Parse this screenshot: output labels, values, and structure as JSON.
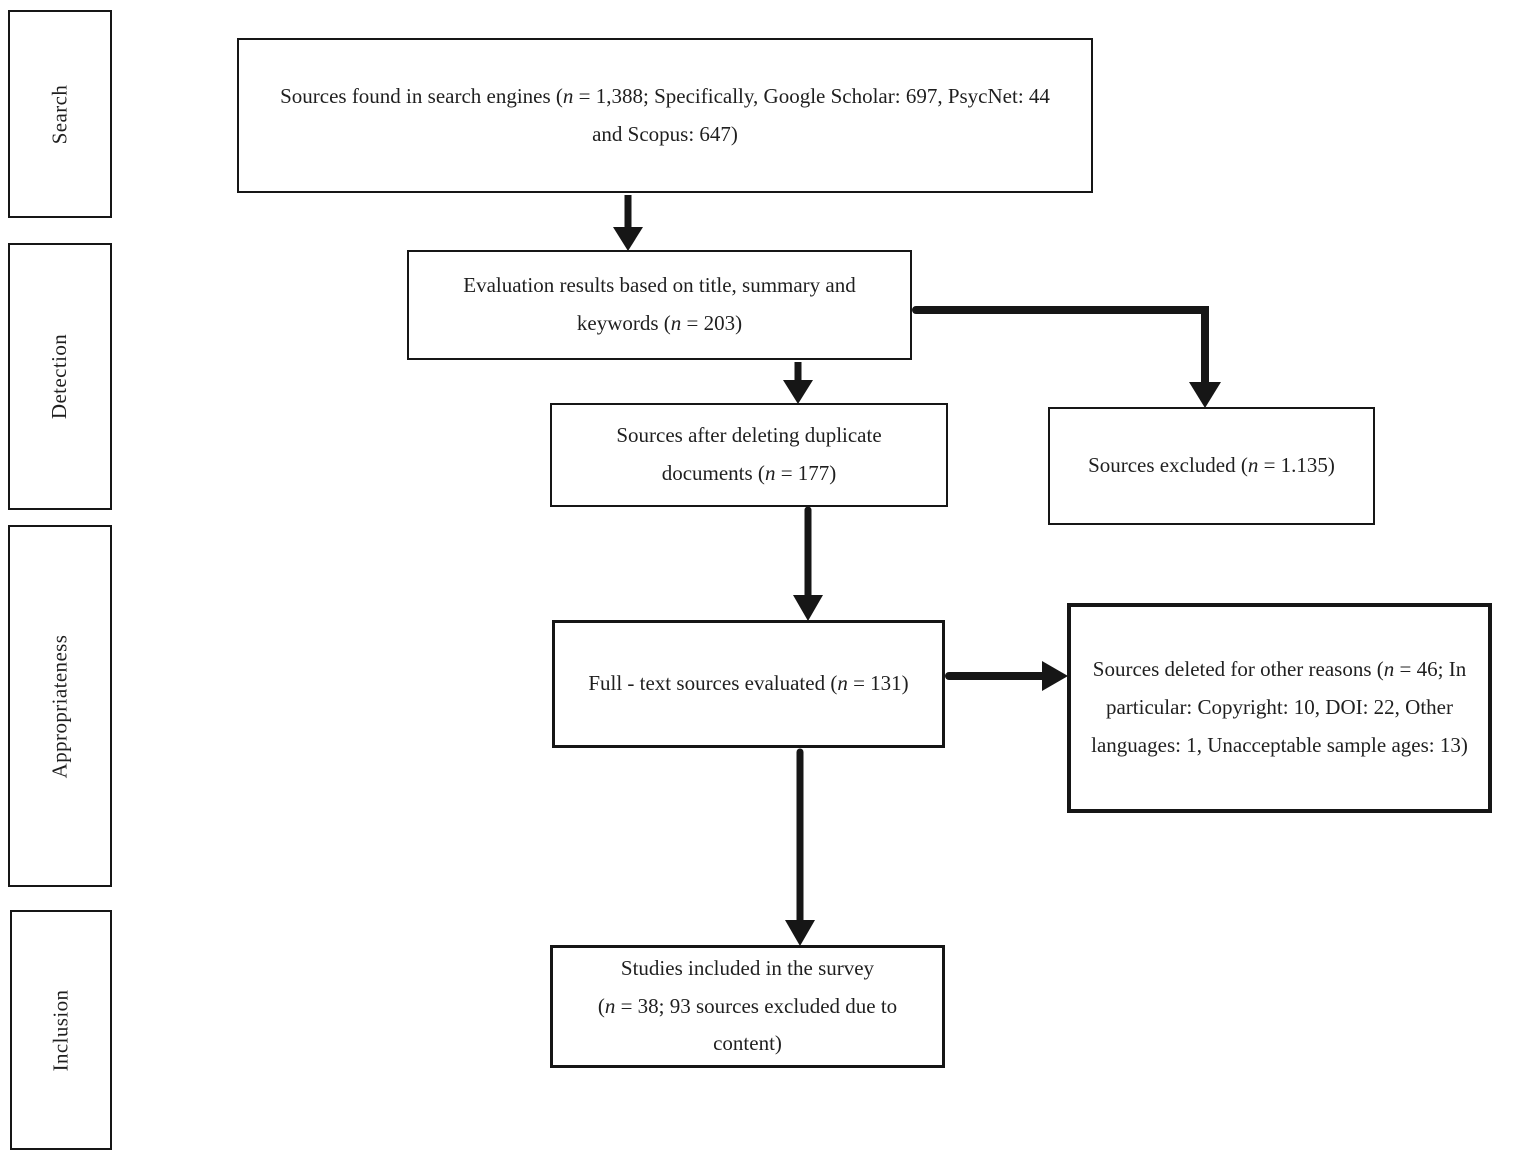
{
  "figure": {
    "colors": {
      "line": "#161616",
      "text": "#1f1f1f",
      "background": "#ffffff"
    },
    "stages": [
      {
        "label": "Search"
      },
      {
        "label": "Detection"
      },
      {
        "label": "Appropriateness"
      },
      {
        "label": "Inclusion"
      }
    ],
    "nodes": {
      "found": {
        "before": "Sources found in search engines (",
        "n": "n",
        "after": " = 1,388; Specifically, Google Scholar: 697, PsycNet: 44 and Scopus: 647)"
      },
      "evaluation": {
        "before": "Evaluation results based on title, summary and keywords (",
        "n": "n",
        "after": " = 203)"
      },
      "dedup": {
        "before": "Sources after deleting duplicate documents (",
        "n": "n",
        "after": " = 177)"
      },
      "excluded": {
        "before": "Sources excluded (",
        "n": "n",
        "after": " = 1.135)"
      },
      "fulltext": {
        "before": "Full - text sources evaluated (",
        "n": "n",
        "after": " = 131)"
      },
      "deleted_other": {
        "before": "Sources deleted for other reasons (",
        "n": "n",
        "after": " = 46; In particular: Copyright: 10, DOI: 22, Other languages: 1, Unacceptable sample ages: 13)"
      },
      "included": {
        "line1": "Studies included in the survey",
        "before": "(",
        "n": "n",
        "after": " = 38; 93 sources excluded due to content)"
      }
    },
    "flow": [
      {
        "from": "found",
        "to": "evaluation"
      },
      {
        "from": "evaluation",
        "to": "dedup"
      },
      {
        "from": "evaluation",
        "to": "excluded"
      },
      {
        "from": "dedup",
        "to": "fulltext"
      },
      {
        "from": "fulltext",
        "to": "deleted_other"
      },
      {
        "from": "fulltext",
        "to": "included"
      }
    ]
  }
}
